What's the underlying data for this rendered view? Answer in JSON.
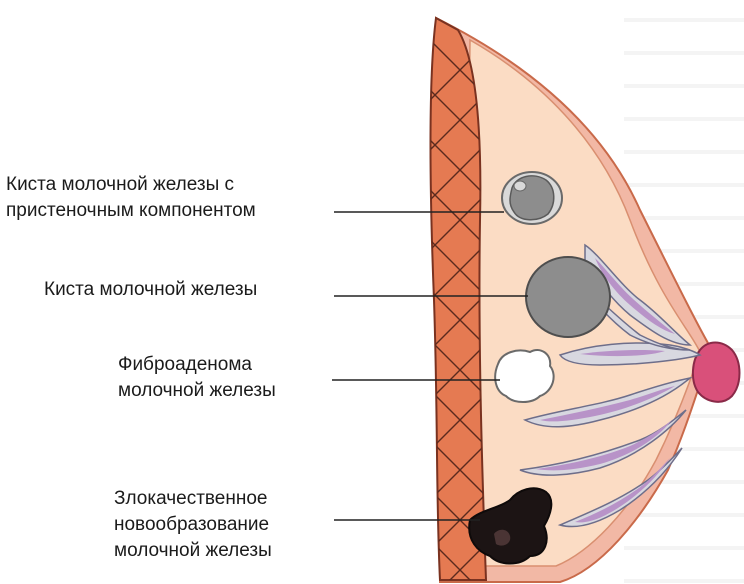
{
  "labels": {
    "cyst_with_mural_component": {
      "line1": "Киста молочной железы с",
      "line2": "пристеночным компонентом"
    },
    "cyst": {
      "line1": "Киста молочной железы"
    },
    "fibroadenoma": {
      "line1": "Фиброаденома",
      "line2": "молочной железы"
    },
    "malignancy": {
      "line1": "Злокачественное",
      "line2": "новообразование",
      "line3": "молочной железы"
    }
  },
  "colors": {
    "skin": "#f2b8a5",
    "skin_outline": "#c96a4a",
    "gland": "#fbdcc4",
    "muscle": "#e57a52",
    "muscle_lines": "#5a2a1e",
    "cyst_gray": "#8d8d8d",
    "cyst_light": "#d9d9d9",
    "fibroadenoma": "#ffffff",
    "malignant": "#1c1414",
    "ducts_fill": "#b893c8",
    "ducts_outline": "#6e6e8a",
    "nipple": "#d9507a"
  }
}
